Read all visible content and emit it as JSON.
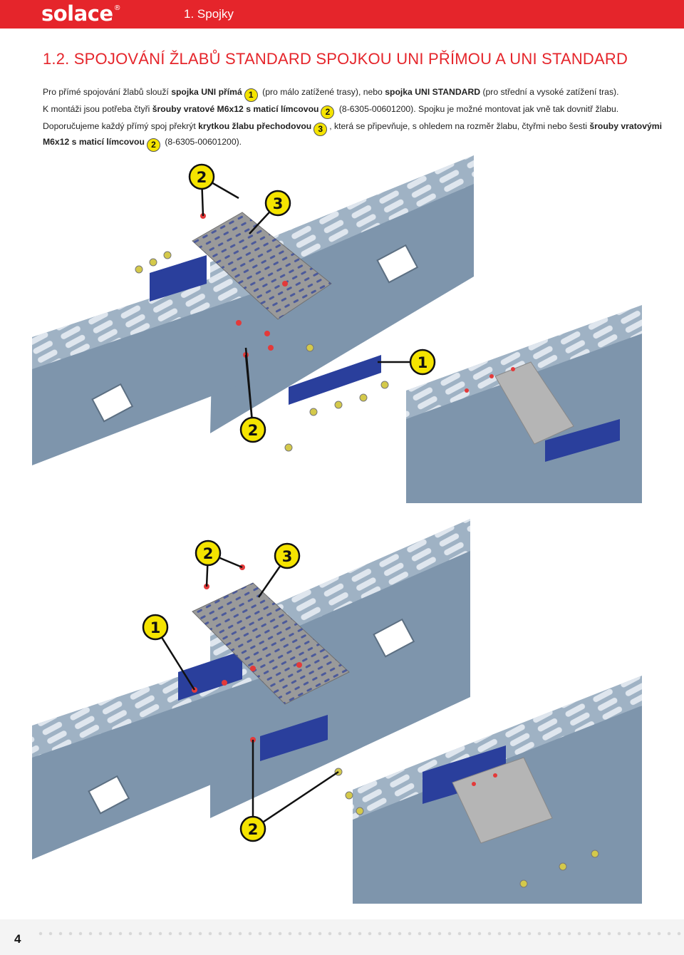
{
  "header": {
    "logo_text": "solace",
    "logo_mark": "®",
    "chapter": "1. Spojky"
  },
  "section": {
    "title": "1.2. SPOJOVÁNÍ ŽLABŮ STANDARD SPOJKOU UNI PŘÍMOU A UNI STANDARD"
  },
  "paragraph1": {
    "t1": "Pro přímé spojování žlabů slouží ",
    "b1": "spojka UNI přímá",
    "n1": "1",
    "t2": " (pro málo zatížené trasy), nebo ",
    "b2": "spojka UNI STANDARD",
    "t3": " (pro střední a vysoké zatížení tras)."
  },
  "paragraph2": {
    "t1": "K montáži jsou potřeba čtyři ",
    "b1": "šrouby vratové M6x12 s maticí límcovou",
    "n1": "2",
    "t2": " (8-6305-00601200). Spojku je možné montovat jak vně tak dovnitř žlabu."
  },
  "paragraph3": {
    "t1": "Doporučujeme každý přímý spoj překrýt ",
    "b1": "krytkou žlabu přechodovou",
    "n1": "3",
    "t2": ", která se připevňuje, s ohledem na rozměr žlabu, čtyřmi nebo šesti ",
    "b2": "šrouby vratovými",
    "b3": "M6x12 s maticí límcovou",
    "n2": "2",
    "t3": " (8-6305-00601200)."
  },
  "illustrations": {
    "top_callouts": [
      "2",
      "3",
      "1",
      "2"
    ],
    "bottom_callouts": [
      "2",
      "3",
      "1",
      "2"
    ]
  },
  "footer": {
    "page_number": "4"
  },
  "colors": {
    "brand_red": "#e5252b",
    "tray_blue": "#7e95ac",
    "coupler_blue": "#2a3f9c",
    "cover_grey": "#9a9a9a",
    "callout_yellow": "#f5e400"
  }
}
